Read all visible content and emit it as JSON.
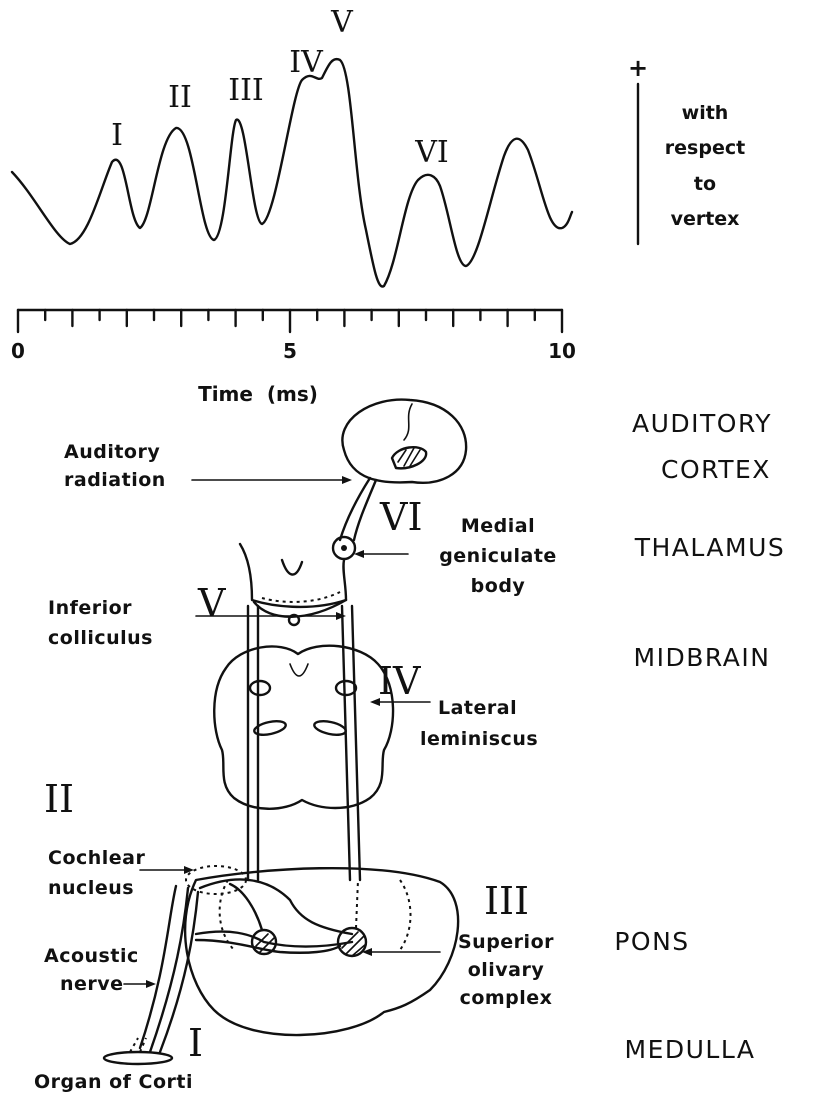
{
  "waveform": {
    "peaks": [
      "I",
      "II",
      "III",
      "IV",
      "V",
      "VI"
    ],
    "polarity": {
      "sign": "+",
      "lines": [
        "with",
        "respect",
        "to",
        "vertex"
      ]
    },
    "axis": {
      "ticks": [
        "0",
        "5",
        "10"
      ],
      "title": "Time  (ms)",
      "range": [
        0,
        10
      ],
      "minor_tick_step": 1
    }
  },
  "levels": {
    "auditory_cortex": [
      "AUDITORY",
      "CORTEX"
    ],
    "thalamus": "THALAMUS",
    "midbrain": "MIDBRAIN",
    "pons": "PONS",
    "medulla": "MEDULLA"
  },
  "structures": {
    "auditory_radiation": [
      "Auditory",
      "radiation"
    ],
    "medial_geniculate": [
      "Medial",
      "geniculate",
      "body"
    ],
    "inferior_colliculus": [
      "Inferior",
      "colliculus"
    ],
    "lateral_leminiscus": [
      "Lateral",
      "leminiscus"
    ],
    "cochlear_nucleus": [
      "Cochlear",
      "nucleus"
    ],
    "superior_olivary": [
      "Superior",
      "olivary",
      "complex"
    ],
    "acoustic_nerve": [
      "Acoustic",
      "nerve"
    ],
    "organ_of_corti": "Organ of Corti"
  },
  "generators": {
    "I": "I",
    "II": "II",
    "III": "III",
    "IV": "IV",
    "V": "V",
    "VI": "VI"
  }
}
